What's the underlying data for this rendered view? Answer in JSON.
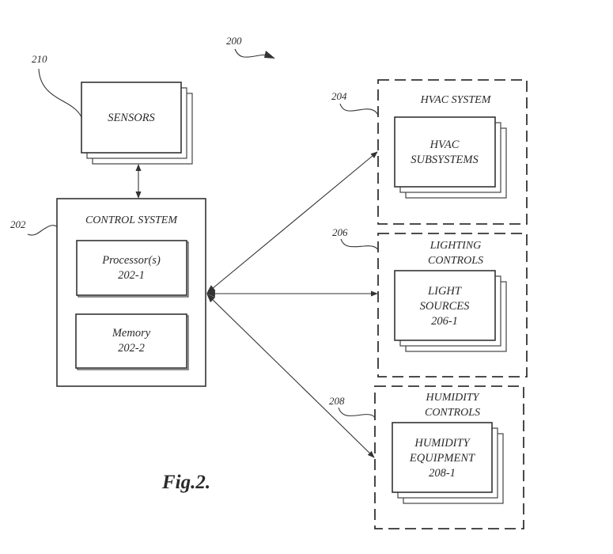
{
  "figure": {
    "caption": "Fig.2.",
    "reference": "200"
  },
  "sensors": {
    "ref": "210",
    "label": "SENSORS"
  },
  "control_system": {
    "ref": "202",
    "title": "CONTROL SYSTEM",
    "processor": {
      "line1": "Processor(s)",
      "line2": "202-1"
    },
    "memory": {
      "line1": "Memory",
      "line2": "202-2"
    }
  },
  "hvac_system": {
    "ref": "204",
    "title": "HVAC SYSTEM",
    "subsystems": {
      "line1": "HVAC",
      "line2": "SUBSYSTEMS"
    }
  },
  "lighting_controls": {
    "ref": "206",
    "title_line1": "LIGHTING",
    "title_line2": "CONTROLS",
    "sources": {
      "line1": "LIGHT",
      "line2": "SOURCES",
      "line3": "206-1"
    }
  },
  "humidity_controls": {
    "ref": "208",
    "title_line1": "HUMIDITY",
    "title_line2": "CONTROLS",
    "equipment": {
      "line1": "HUMIDITY",
      "line2": "EQUIPMENT",
      "line3": "208-1"
    }
  }
}
